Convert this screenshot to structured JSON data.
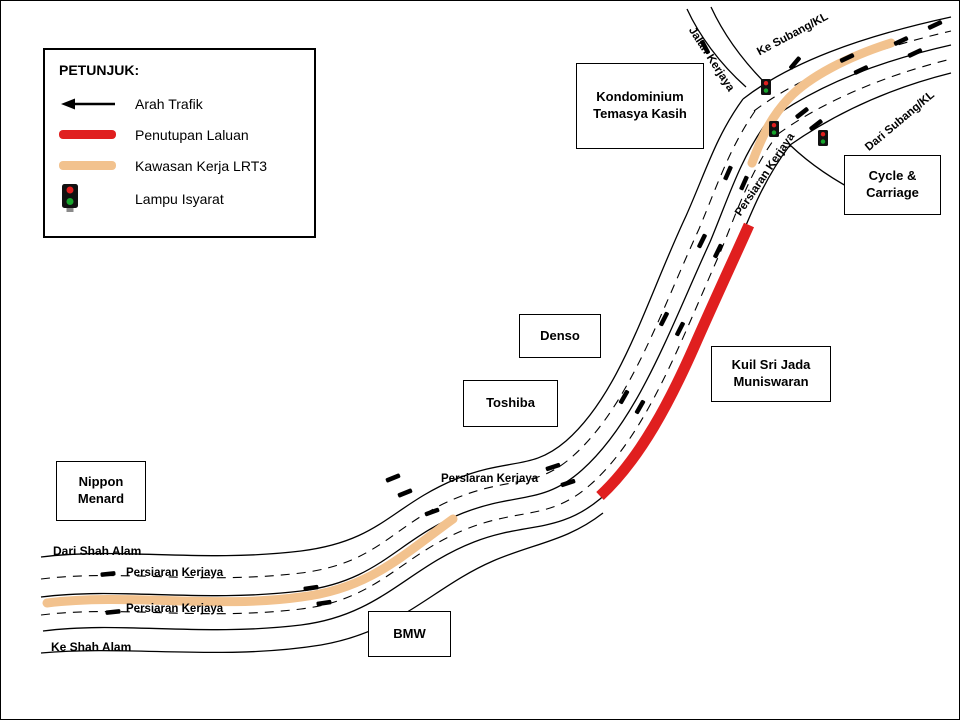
{
  "colors": {
    "closure": "#E01F1F",
    "work_area": "#F2C28E"
  },
  "legend": {
    "title": "PETUNJUK:",
    "items": [
      {
        "icon": "arrow-left-icon",
        "label": "Arah Trafik"
      },
      {
        "icon": "closure-bar",
        "label": "Penutupan Laluan"
      },
      {
        "icon": "work-area-bar",
        "label": "Kawasan Kerja LRT3"
      },
      {
        "icon": "traffic-light-icon",
        "label": "Lampu Isyarat"
      }
    ]
  },
  "landmarks": {
    "kondominium": "Kondominium Temasya Kasih",
    "cycle_carriage": "Cycle & Carriage",
    "kuil": "Kuil Sri Jada Muniswaran",
    "denso": "Denso",
    "toshiba": "Toshiba",
    "nippon_menard": "Nippon Menard",
    "bmw": "BMW"
  },
  "road_labels": {
    "jalan_kerjaya": "Jalan Kerjaya",
    "ke_subang_kl": "Ke Subang/KL",
    "dari_subang_kl": "Dari Subang/KL",
    "persiaran_kerjaya_climb": "Persiaran Kerjaya",
    "persiaran_kerjaya_mid": "Persiaran Kerjaya",
    "dari_shah_alam": "Dari Shah Alam",
    "persiaran_kerjaya_left_upper": "Persiaran Kerjaya",
    "persiaran_kerjaya_left_lower": "Persiaran Kerjaya",
    "ke_shah_alam": "Ke Shah Alam"
  }
}
